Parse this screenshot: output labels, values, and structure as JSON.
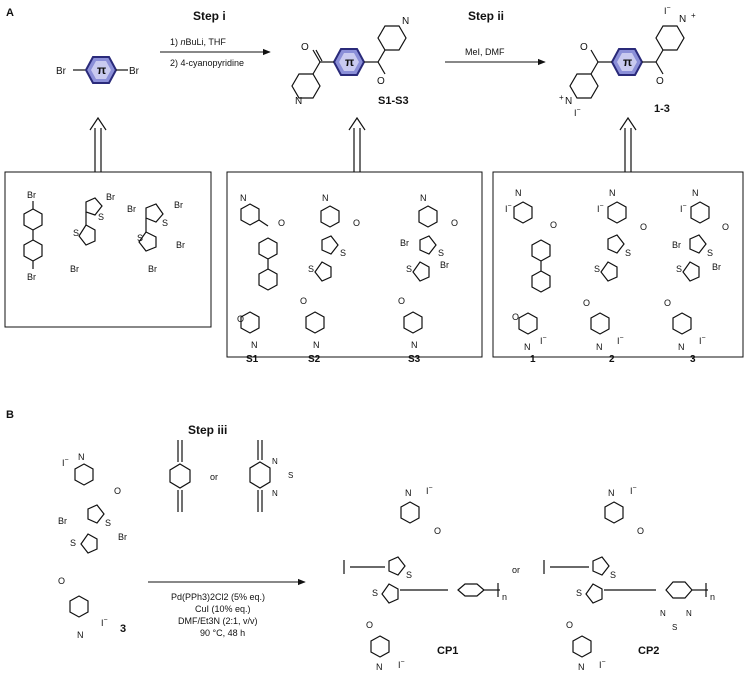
{
  "panel_a": {
    "label": "A",
    "step_i": {
      "title": "Step i",
      "cond1": "1) nBuLi, THF",
      "cond1_italic": "n",
      "cond1_rest": "BuLi, THF",
      "cond1_prefix": "1) ",
      "cond2": "2) 4-cyanopyridine"
    },
    "step_ii": {
      "title": "Step ii",
      "cond": "MeI, DMF"
    },
    "pi": "π",
    "br": "Br",
    "o": "O",
    "n": "N",
    "s": "S",
    "n_plus": "+",
    "iodide": "I",
    "minus": "−",
    "group_s": "S1-S3",
    "group_p": "1-3",
    "boxes": {
      "middle_labels": [
        "S1",
        "S2",
        "S3"
      ],
      "right_labels": [
        "1",
        "2",
        "3"
      ]
    }
  },
  "panel_b": {
    "label": "B",
    "step_iii": {
      "title": "Step iii",
      "or_top": "or",
      "cond1": "Pd(PPh3)2Cl2 (5% eq.)",
      "cond2": "CuI (10% eq.)",
      "cond3": "DMF/Et3N (2:1, v/v)",
      "cond4": "90 °C, 48 h"
    },
    "reactant_label": "3",
    "products": [
      "CP1",
      "CP2"
    ],
    "or_mid": "or",
    "n_sub": "n"
  },
  "colors": {
    "pi_fill": "#8b8fd8",
    "pi_stroke": "#2a2a7a",
    "ink": "#111111"
  }
}
